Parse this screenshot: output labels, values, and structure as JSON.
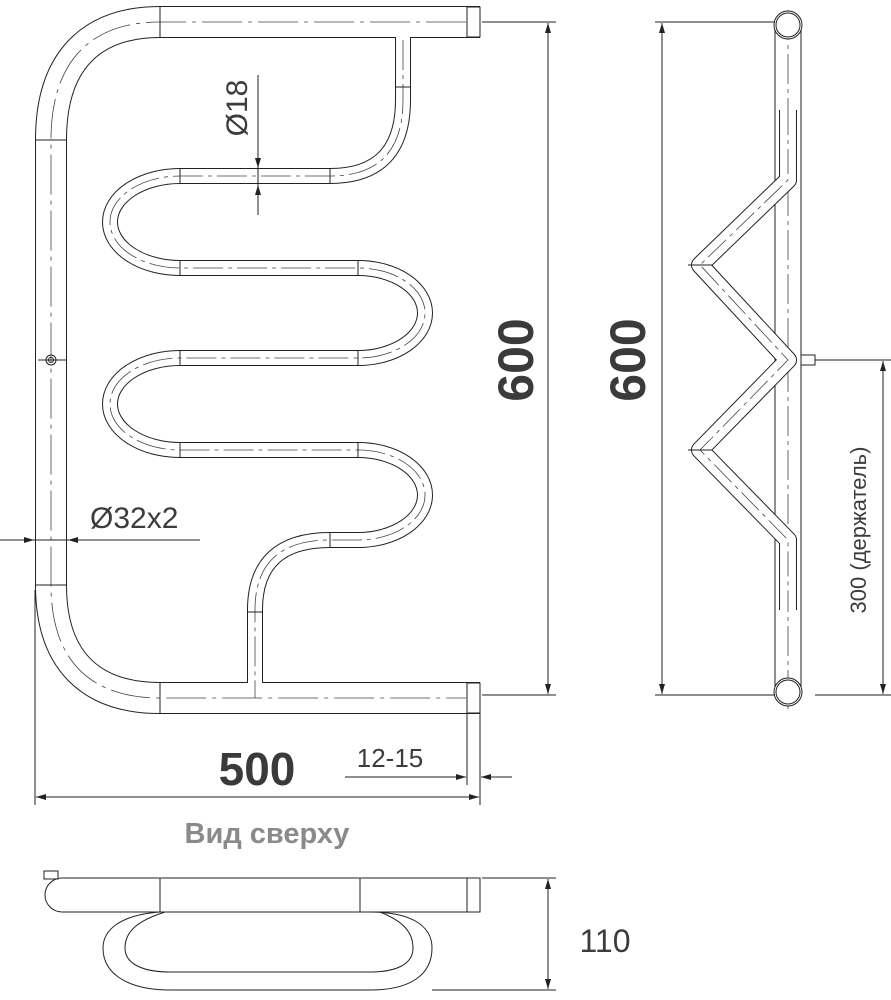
{
  "front_view": {
    "height_label": "600",
    "width_label": "500",
    "offset_label": "12-15",
    "coil_diameter_label": "Ø18",
    "main_tube_label": "Ø32x2"
  },
  "side_view": {
    "height_label": "600",
    "holder_label": "300 (держатель)"
  },
  "top_view": {
    "title": "Вид сверху",
    "depth_label": "110"
  },
  "colors": {
    "line": "#222222",
    "text": "#3a3a3a",
    "title": "#8a8a8a"
  }
}
